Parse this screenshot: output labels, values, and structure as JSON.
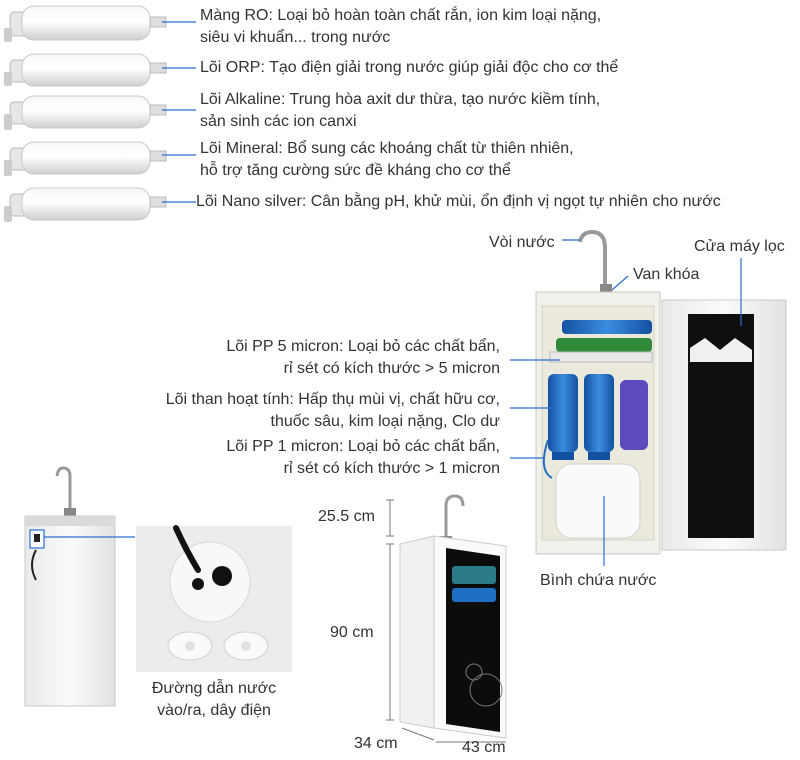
{
  "filters": [
    {
      "lines": [
        "Màng RO: Loại bỏ hoàn toàn chất rắn, ion kim loại nặng,",
        "siêu vi khuẩn... trong nước"
      ]
    },
    {
      "lines": [
        "Lõi ORP: Tạo điện giải trong nước giúp giải độc cho cơ thể"
      ]
    },
    {
      "lines": [
        "Lõi Alkaline: Trung hòa axit dư thừa, tạo nước kiềm tính,",
        "sản sinh các ion canxi"
      ]
    },
    {
      "lines": [
        "Lõi Mineral: Bổ sung các khoáng chất từ thiên nhiên,",
        "hỗ trợ tăng cường sức đề kháng cho cơ thể"
      ]
    },
    {
      "lines": [
        "Lõi Nano silver: Cân bằng pH, khử mùi, ổn định vị ngọt tự nhiên cho nước"
      ]
    }
  ],
  "parts": {
    "faucet": "Vòi nước",
    "valve": "Van khóa",
    "door": "Cửa máy lọc",
    "pp5": [
      "Lõi PP 5 micron: Loại bỏ các chất bẩn,",
      "rỉ sét có kích thước > 5 micron"
    ],
    "carbon": [
      "Lõi than hoạt tính: Hấp thụ mùi vị, chất hữu cơ,",
      "thuốc sâu, kim loại nặng, Clo dư"
    ],
    "pp1": [
      "Lõi PP 1 micron: Loại bỏ các chất bẩn,",
      "rỉ sét có kích thước > 1 micron"
    ],
    "tank": "Bình chứa nước"
  },
  "detail": {
    "caption": [
      "Đường dẫn nước",
      "vào/ra, dây điện"
    ]
  },
  "dimensions": {
    "top": "25.5 cm",
    "height": "90 cm",
    "depth": "34 cm",
    "width": "43 cm"
  },
  "colors": {
    "filter_blue": "#1f6fc4",
    "panel_black": "#111111",
    "cabinet": "#f4f4f4"
  }
}
